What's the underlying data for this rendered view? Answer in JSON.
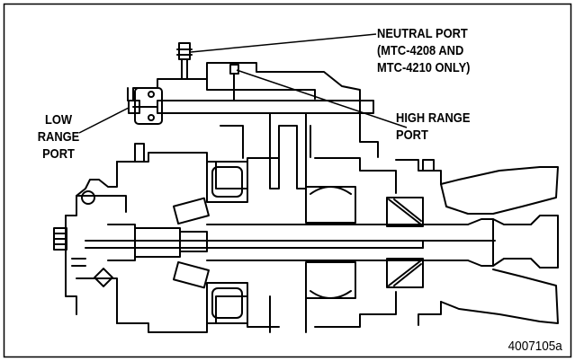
{
  "callouts": {
    "neutral_port": {
      "lines": [
        "NEUTRAL PORT",
        "(MTC-4208 AND",
        "MTC-4210 ONLY)"
      ]
    },
    "low_range_port": {
      "lines": [
        "LOW",
        "RANGE",
        "PORT"
      ]
    },
    "high_range_port": {
      "lines": [
        "HIGH RANGE",
        "PORT"
      ]
    }
  },
  "figure_id": "4007105a"
}
